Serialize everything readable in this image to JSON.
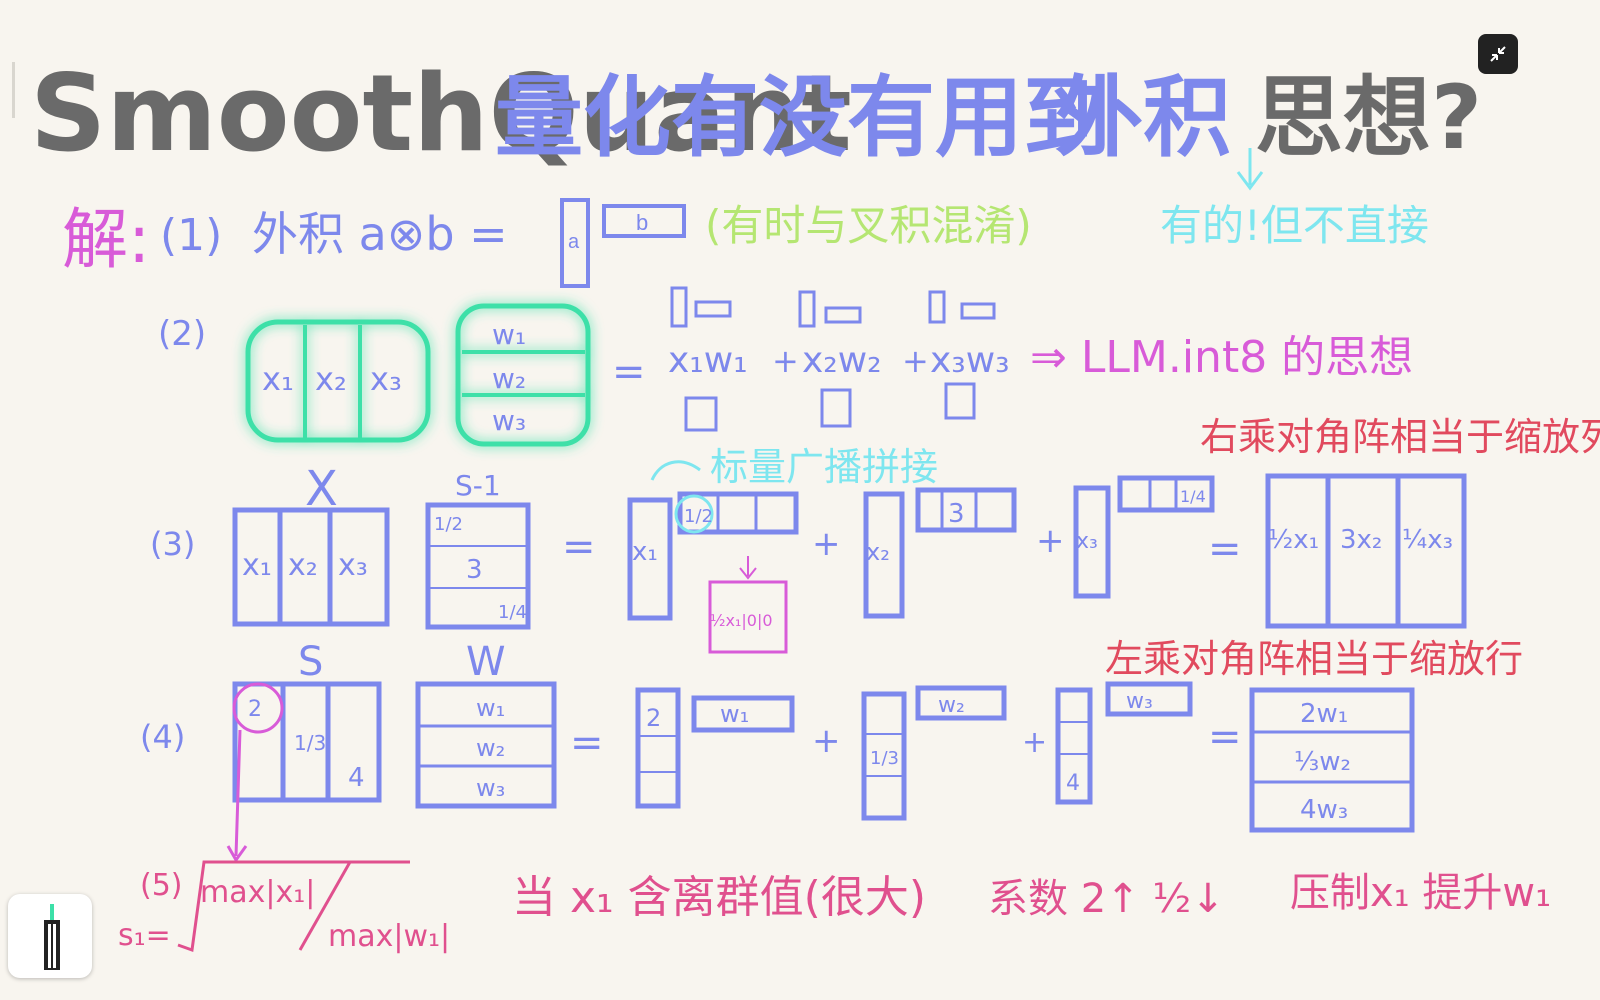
{
  "title": {
    "part1": "SmoothQuant",
    "part2": "量化有没有用到",
    "part3": "外积",
    "part4": "思想?"
  },
  "solution": {
    "label": "解:",
    "s1": {
      "num": "(1)",
      "text": "外积 a⊗b =",
      "vec_a": "a",
      "vec_b": "b",
      "note": "(有时与叉积混淆)"
    },
    "answer": "有的!但不直接",
    "s2": {
      "num": "(2)",
      "x": [
        "x₁",
        "x₂",
        "x₃"
      ],
      "w": [
        "w₁",
        "w₂",
        "w₃"
      ],
      "eq": "=",
      "terms": [
        "x₁w₁",
        "x₂w₂",
        "x₃w₃"
      ],
      "plus": "+",
      "conclusion": "⇒ LLM.int8 的思想"
    },
    "s3": {
      "num": "(3)",
      "X_label": "X",
      "x": [
        "x₁",
        "x₂",
        "x₃"
      ],
      "Sinv_label": "S-1",
      "sinv": [
        "1/2",
        "3",
        "1/4"
      ],
      "eq": "=",
      "col1": "x₁",
      "col2": "x₂",
      "col3": "x₃",
      "row1": "1/2",
      "row2": "3",
      "row3": "1/4",
      "bcast": "标量广播拼接",
      "bcast_result": "½x₁|0|0",
      "right_note": "右乘对角阵相当于缩放列",
      "result": [
        "½x₁",
        "3x₂",
        "¼x₃"
      ]
    },
    "s4": {
      "num": "(4)",
      "S_label": "S",
      "s": [
        "2",
        "1/3",
        "4"
      ],
      "W_label": "W",
      "w": [
        "w₁",
        "w₂",
        "w₃"
      ],
      "col": [
        "2",
        "1/3",
        "4"
      ],
      "rows": [
        "w₁",
        "w₂",
        "w₃"
      ],
      "left_note": "左乘对角阵相当于缩放行",
      "result": [
        "2w₁",
        "⅓w₂",
        "4w₃"
      ]
    },
    "s5": {
      "num": "(5)",
      "formula_lhs": "s₁=",
      "formula_num": "max|x₁|",
      "formula_den": "max|w₁|",
      "text1": "当 x₁ 含离群值(很大)",
      "text2": "系数 2↑ ½↓",
      "text3": "压制x₁ 提升w₁"
    }
  },
  "colors": {
    "gray": "#6a6a6a",
    "blue": "#7d88ec",
    "magenta": "#d85bd8",
    "green": "#b5e672",
    "cyan": "#7ee6ef",
    "red": "#e14a5e",
    "pink": "#e0508e",
    "glow": "#3ce0a8"
  },
  "ui": {
    "exit_fullscreen": "exit-fullscreen-icon",
    "pen": "pen-icon"
  }
}
